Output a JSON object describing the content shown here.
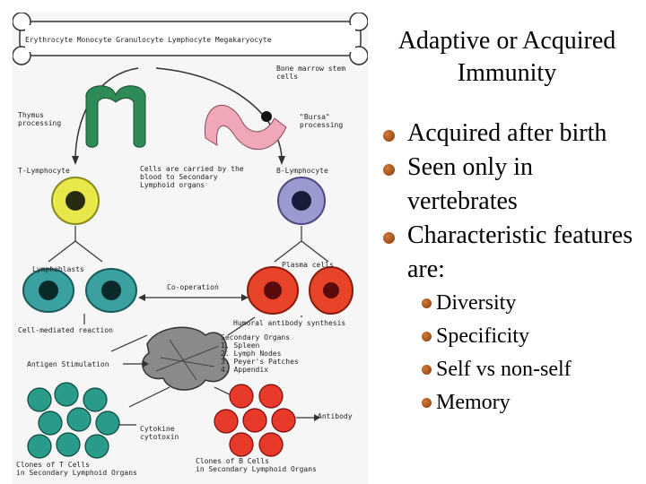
{
  "title_line1": "Adaptive or Acquired",
  "title_line2": "Immunity",
  "bullets": [
    "Acquired after birth",
    "Seen only in vertebrates",
    "Characteristic features are:"
  ],
  "sub_bullets": [
    "Diversity",
    "Specificity",
    "Self vs non-self",
    "Memory"
  ],
  "diagram": {
    "bone_cells": "Erythrocyte Monocyte Granulocyte Lymphocyte Megakaryocyte",
    "bone_marrow": "Bone marrow stem\ncells",
    "thymus": "Thymus\nprocessing",
    "bursa": "\"Bursa\"\nprocessing",
    "t_lymphocyte": "T-Lymphocyte",
    "b_lymphocyte": "B-Lymphocyte",
    "carried": "Cells are carried by the\nblood to Secondary\nLymphoid organs",
    "plasma": "Plasma cells",
    "lymphoblasts": "Lymphoblasts",
    "cooperation": "Co-operation",
    "cell_mediated": "Cell-mediated reaction",
    "humoral": "Humoral antibody synthesis",
    "secondary_organs": "Secondary Organs\n1. Spleen\n2. Lymph Nodes\n3. Peyer's Patches\n4. Appendix",
    "antigen": "Antigen Stimulation",
    "cytokine": "Cytokine\ncytotoxin",
    "antibody": "Antibody",
    "clones_t": "Clones of T Cells\nin Secondary Lymphoid Organs",
    "clones_b": "Clones of B Cells\nin Secondary Lymphoid Organs"
  },
  "colors": {
    "bullet": "#a04a14",
    "thymus": "#2e8b57",
    "bursa": "#f0a8b8",
    "t_cell": "#e8e84a",
    "b_cell": "#9a9ad0",
    "lymphoblast": "#3aa0a0",
    "plasma": "#e8442a",
    "t_clone": "#2a9a8a",
    "b_clone": "#e83a2a"
  }
}
